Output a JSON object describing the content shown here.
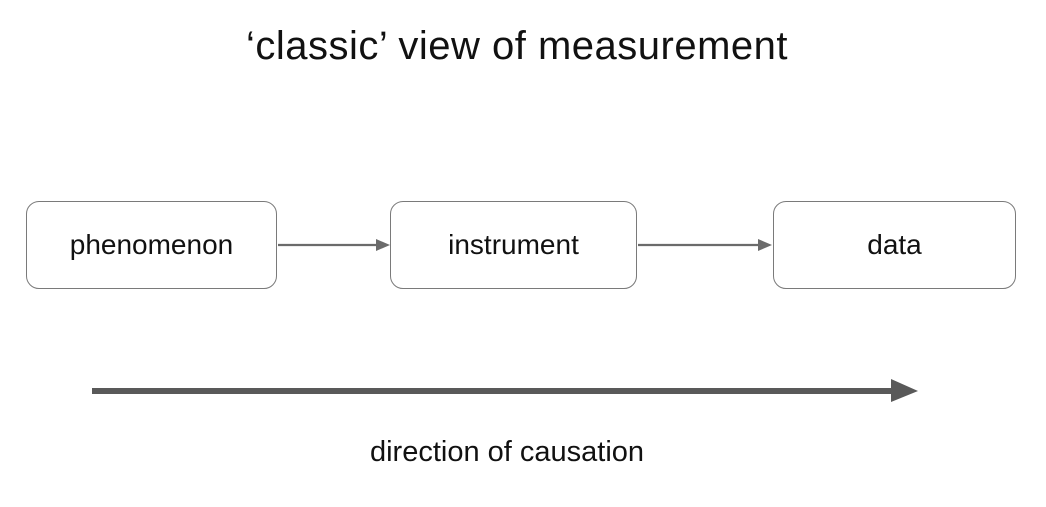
{
  "title": "‘classic’ view of measurement",
  "nodes": [
    {
      "label": "phenomenon"
    },
    {
      "label": "instrument"
    },
    {
      "label": "data"
    }
  ],
  "edges": [
    {
      "from": "phenomenon",
      "to": "instrument"
    },
    {
      "from": "instrument",
      "to": "data"
    }
  ],
  "causation": {
    "label": "direction of causation",
    "direction": "left-to-right"
  },
  "colors": {
    "background": "#ffffff",
    "text": "#111111",
    "node_border": "#7a7a7a",
    "flow_arrow": "#6b6b6b",
    "causation_arrow": "#595959"
  }
}
